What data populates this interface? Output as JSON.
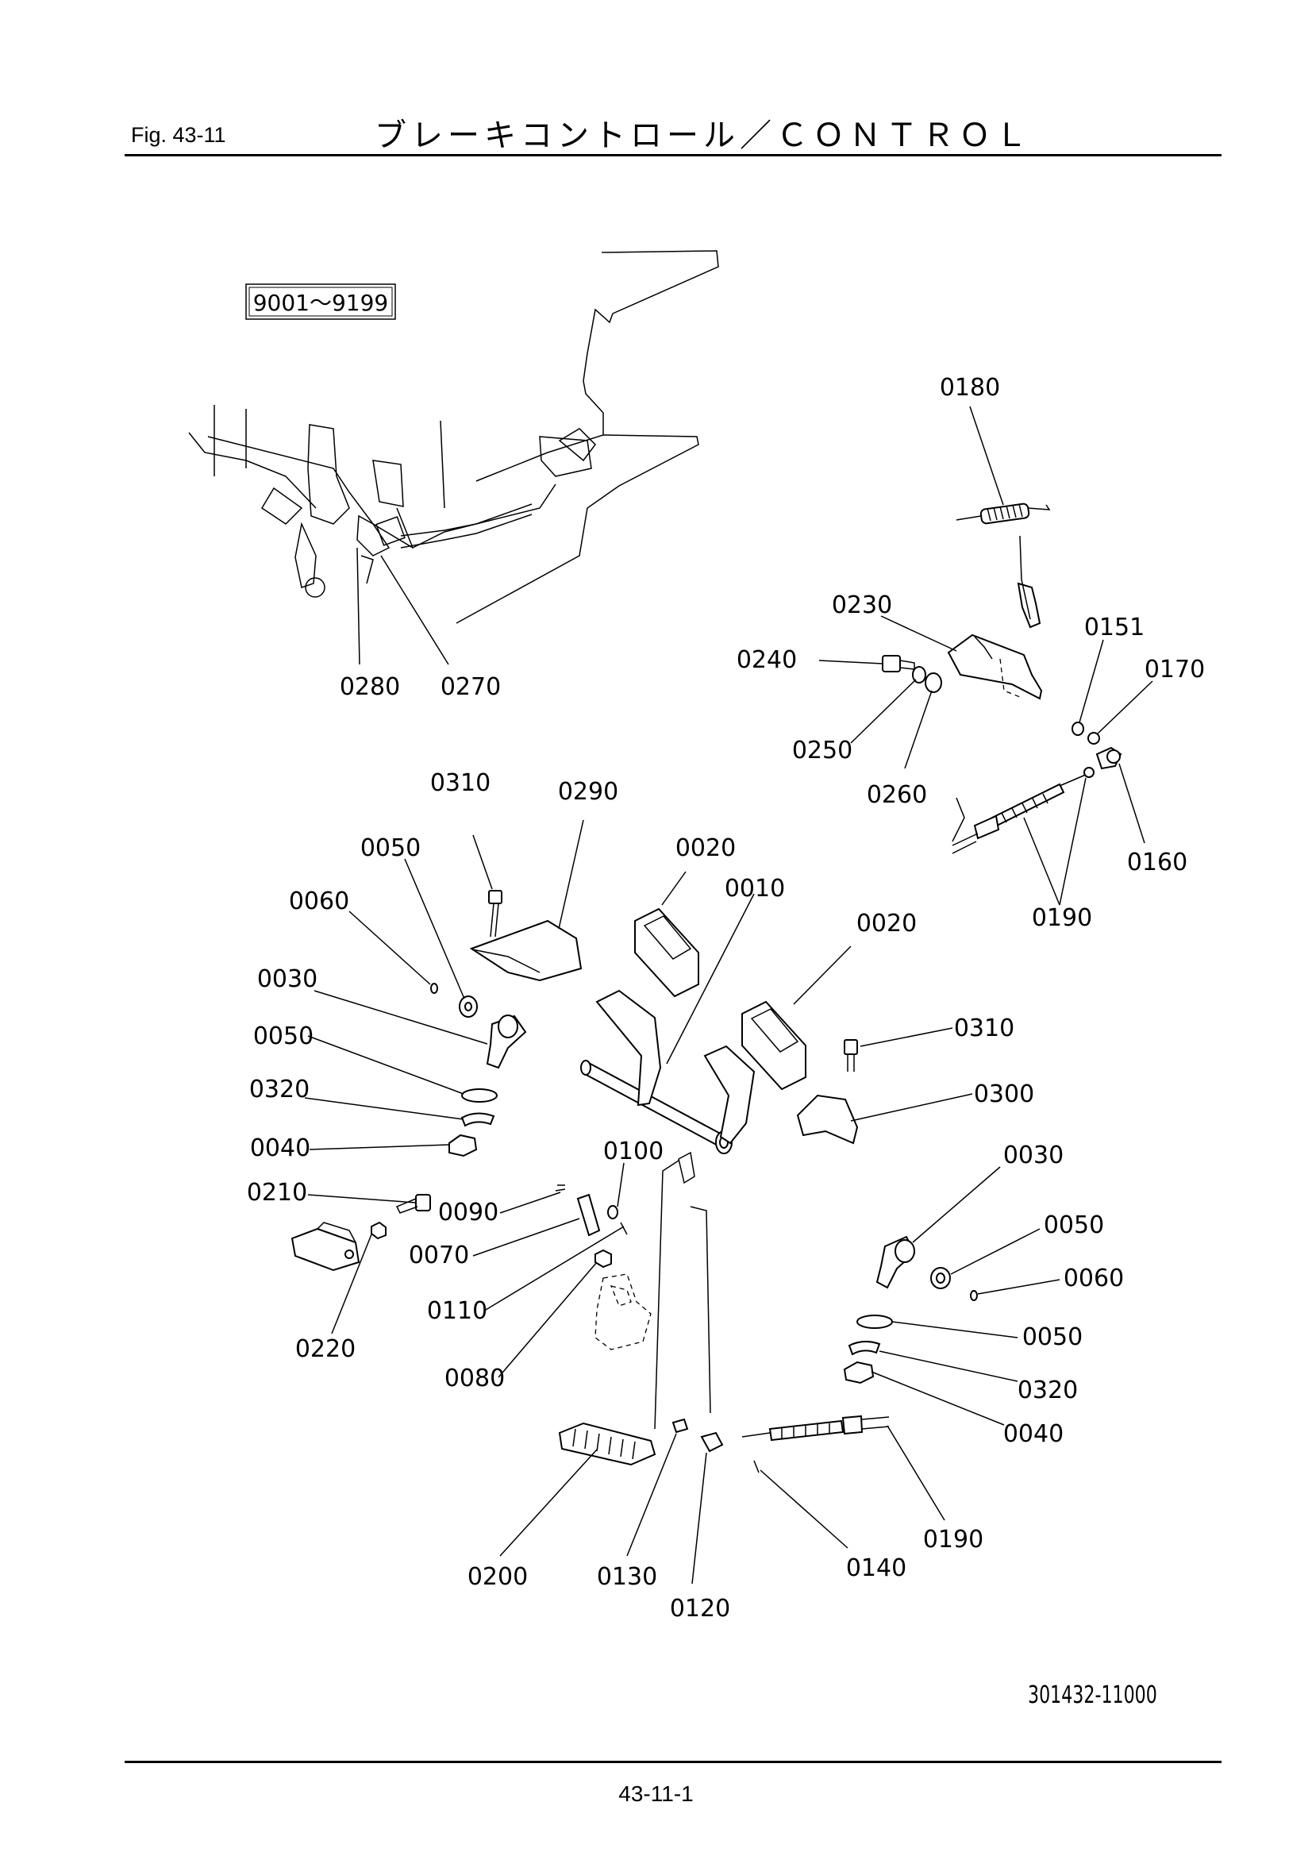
{
  "header": {
    "fig_label": "Fig.  43-11",
    "title": "ブレーキコントロール／ＣＯＮＴＲＯＬ"
  },
  "serial_box": "9001～9199",
  "drawing_number": "301432-11000",
  "page_number": "43-11-1",
  "callouts": {
    "c0180": "0180",
    "c0230": "0230",
    "c0151": "0151",
    "c0240": "0240",
    "c0170": "0170",
    "c0250": "0250",
    "c0260": "0260",
    "c0160": "0160",
    "c0190a": "0190",
    "c0280": "0280",
    "c0270": "0270",
    "c0310a": "0310",
    "c0290": "0290",
    "c0050a": "0050",
    "c0020a": "0020",
    "c0010": "0010",
    "c0020b": "0020",
    "c0060a": "0060",
    "c0030a": "0030",
    "c0050b": "0050",
    "c0310b": "0310",
    "c0320a": "0320",
    "c0300": "0300",
    "c0040a": "0040",
    "c0100": "0100",
    "c0030b": "0030",
    "c0210": "0210",
    "c0090": "0090",
    "c0050c": "0050",
    "c0070": "0070",
    "c0060b": "0060",
    "c0110": "0110",
    "c0220": "0220",
    "c0050d": "0050",
    "c0080": "0080",
    "c0320b": "0320",
    "c0040b": "0040",
    "c0190b": "0190",
    "c0140": "0140",
    "c0200": "0200",
    "c0130": "0130",
    "c0120": "0120"
  }
}
